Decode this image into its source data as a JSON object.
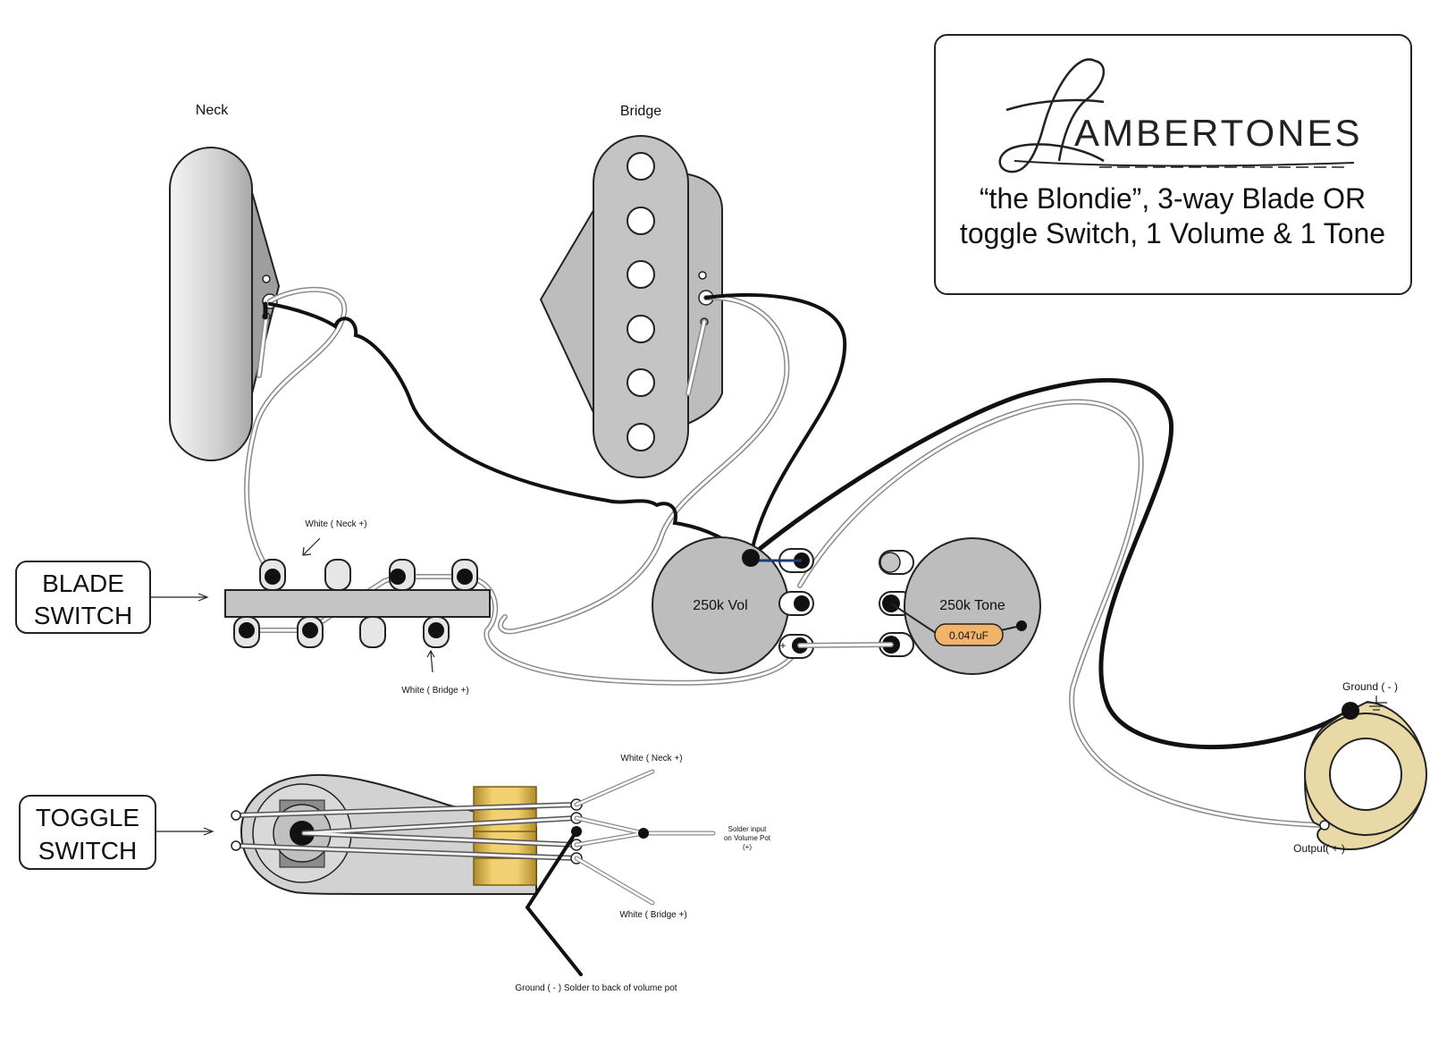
{
  "title_box": {
    "brand": "AMBERTONES",
    "brand_initial": "L",
    "subtitle_line1": "“the Blondie”, 3-way Blade OR",
    "subtitle_line2": "toggle Switch, 1 Volume & 1 Tone"
  },
  "pickups": {
    "neck_label": "Neck",
    "bridge_label": "Bridge"
  },
  "blade_switch": {
    "label_line1": "BLADE",
    "label_line2": "SWITCH",
    "note_neck": "White ( Neck +)",
    "note_bridge": "White ( Bridge +)"
  },
  "toggle_switch": {
    "label_line1": "TOGGLE",
    "label_line2": "SWITCH",
    "note_neck": "White ( Neck +)",
    "note_bridge": "White ( Bridge +)",
    "solder_line1": "Solder input",
    "solder_line2": "on Volume Pot",
    "solder_line3": "(+)",
    "ground_note": "Ground ( - ) Solder to back of volume pot"
  },
  "pots": {
    "volume_label": "250k Vol",
    "tone_label": "250k Tone",
    "capacitor_label": "0.047uF",
    "plus_mark": "+"
  },
  "output_jack": {
    "ground_label": "Ground ( - )",
    "output_label": "Output( + )"
  },
  "colors": {
    "pot_fill": "#bdbdbd",
    "pickup_fill": "#c4c4c4",
    "capacitor_fill": "#f2b46a",
    "jack_ring": "#e8d9a6",
    "wire_black": "#111111",
    "wire_white_outline": "#9a9a9a"
  }
}
